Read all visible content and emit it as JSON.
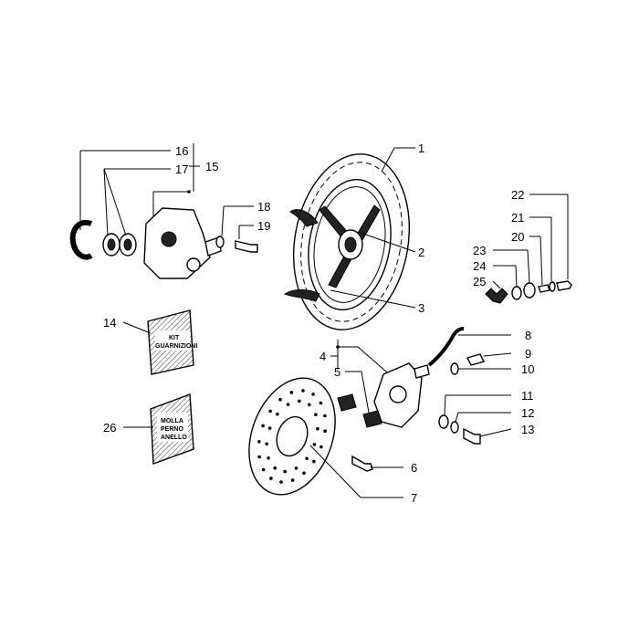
{
  "callouts": [
    "1",
    "2",
    "3",
    "4",
    "5",
    "6",
    "7",
    "8",
    "9",
    "10",
    "11",
    "12",
    "13",
    "14",
    "15",
    "16",
    "17",
    "18",
    "19",
    "20",
    "21",
    "22",
    "23",
    "24",
    "25",
    "26"
  ],
  "bags": {
    "kit_line1": "KIT",
    "kit_line2": "GUARNIZIONI",
    "spring_line1": "MOLLA",
    "spring_line2": "PERNO",
    "spring_line3": "ANELLO"
  }
}
